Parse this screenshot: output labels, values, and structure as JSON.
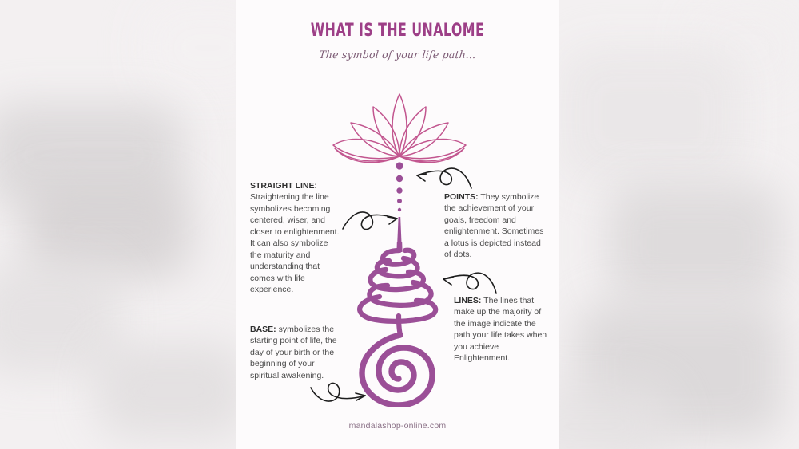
{
  "header": {
    "title": "WHAT IS THE UNALOME",
    "subtitle": "The symbol of your life path..."
  },
  "colors": {
    "title": "#9d3f87",
    "subtitle": "#7c5a74",
    "lotus_stroke": "#c2568f",
    "stem_purple": "#9b4f97",
    "arrow": "#1d1d1d",
    "body_text": "#4a4a4a",
    "lead_text": "#2f2f2f",
    "card_background": "#fdfbfc",
    "page_background": "#f3f0f1",
    "footer": "#8a7086"
  },
  "notes": {
    "straight_line": {
      "lead": "STRAIGHT LINE:",
      "body": "Straightening the line symbolizes becoming centered, wiser, and closer to enlightenment. It can also symbolize the maturity and understanding that comes with life experience."
    },
    "points": {
      "lead": "POINTS:",
      "body": "They symbolize the achievement of your goals, freedom and enlightenment. Sometimes a lotus is depicted instead of dots."
    },
    "lines": {
      "lead": "LINES:",
      "body": "The lines that make up the majority of the image indicate the path your life takes when you achieve Enlightenment."
    },
    "base": {
      "lead": "BASE:",
      "body": "symbolizes the starting point of life, the day of your birth or the beginning of your spiritual awakening."
    }
  },
  "artwork": {
    "name": "unalome-symbol",
    "parts": [
      "lotus-flower",
      "dots",
      "straight-stem",
      "looping-knot",
      "base-spiral"
    ],
    "dot_count": 5
  },
  "arrows": [
    {
      "name": "arrow-to-points",
      "direction": "left"
    },
    {
      "name": "arrow-to-straight-line",
      "direction": "right"
    },
    {
      "name": "arrow-to-lines",
      "direction": "left"
    },
    {
      "name": "arrow-to-base",
      "direction": "right"
    }
  ],
  "footer": {
    "url": "mandalashop-online.com"
  }
}
